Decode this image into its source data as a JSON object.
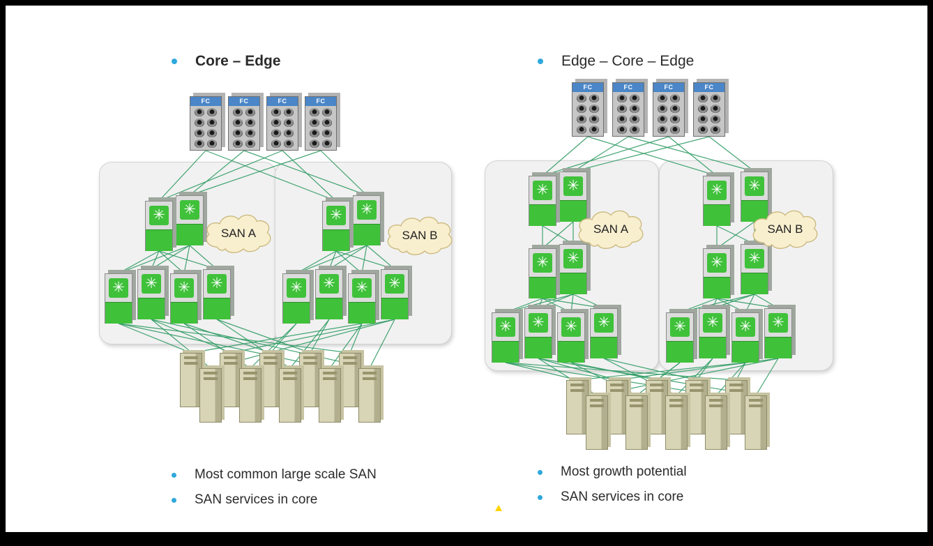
{
  "colors": {
    "bullet_blue": "#2fa8dc",
    "line_green": "#2e9b63",
    "switch_green": "#3fc13a",
    "cloud_fill": "#f8efcf",
    "cloud_stroke": "#cbb87c",
    "storage_header_blue": "#4a86c8"
  },
  "icons": {
    "switch_star": "✳"
  },
  "left_diagram": {
    "title": "Core – Edge",
    "storage_label": "FC",
    "storage_count": 4,
    "san_a_label": "SAN A",
    "san_b_label": "SAN B",
    "core_switches_per_san": 2,
    "edge_switches_per_san": 4,
    "server_count": 10,
    "bullets": [
      "Most common large scale SAN",
      "SAN services in core"
    ]
  },
  "right_diagram": {
    "title": "Edge – Core – Edge",
    "storage_label": "FC",
    "storage_count": 4,
    "san_a_label": "SAN A",
    "san_b_label": "SAN B",
    "top_edge_switches_per_san": 2,
    "core_switches_per_san": 2,
    "bottom_edge_switches_per_san": 4,
    "server_count": 10,
    "bullets": [
      "Most growth potential",
      "SAN services in core"
    ]
  }
}
